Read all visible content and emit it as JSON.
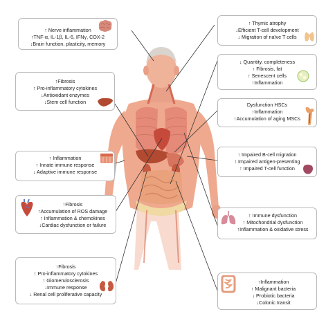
{
  "colors": {
    "skin": "#efa98f",
    "skin_dark": "#d98a72",
    "hair": "#d9d4ce",
    "muscle": "#d56a55",
    "organ_red": "#c64a3c",
    "lung": "#e58a78",
    "intestine": "#e9a27c",
    "liver": "#b24a32",
    "kidney": "#c55a40",
    "bone": "#f0d9a3",
    "leader_line": "#333333",
    "box_border": "#b9b9b9"
  },
  "icons": {
    "brain": "brain-icon",
    "thymus": "thymus-icon",
    "adipose": "adipose-tissue-icon",
    "liver": "liver-icon",
    "bone_marrow": "bone-marrow-icon",
    "skin": "skin-tissue-icon",
    "spleen": "spleen-icon",
    "heart": "heart-icon",
    "lung": "lung-icon",
    "kidney": "kidney-icon",
    "intestine": "intestine-icon"
  },
  "boxes": {
    "brain": {
      "lines": [
        "↑ Nerve inflammation",
        "↑TNF-α, IL-1β, IL-6, IFNγ, COX-2",
        "↓Brain function, plasticity, memory"
      ]
    },
    "thymus": {
      "lines": [
        "↑ Thymic atrophy",
        "↓Efficient T-cell development",
        "↓ Migration of naïve T cells"
      ]
    },
    "adipose": {
      "lines": [
        "↓ Quantity, completeness",
        "↑ Fibrosis, fat",
        "↑ Senescent cells",
        "↑Inflammation"
      ]
    },
    "liver": {
      "lines": [
        "↑Fibrosis",
        "↑ Pro-inflammatory cytokines",
        "↓Antioxidant enzymes",
        "↓Stem cell function"
      ]
    },
    "bone_marrow": {
      "lines": [
        "Dysfunction HSCs",
        "↑Inflammation",
        "↑Accumulation of aging MSCs"
      ]
    },
    "skin": {
      "lines": [
        "↑ Inflammation",
        "↑ Innate immune response",
        "↓ Adaptive immune response"
      ]
    },
    "spleen": {
      "lines": [
        "↑ Impaired B-cell migration",
        "↑ Impaired antigen-presenting",
        "↑ Impaired T-cell function"
      ]
    },
    "heart": {
      "lines": [
        "↑Fibrosis",
        "↑Accumulation of ROS damage",
        "↑ Inflammation & chemokines",
        "↓Cardiac dysfunction or failure"
      ]
    },
    "lung": {
      "lines": [
        "↑ Immune dysfunction",
        "↑ Mitochondrial dysfunction",
        "↑Inflammation & oxidative stress"
      ]
    },
    "kidney": {
      "lines": [
        "↑Fibrosis",
        "↑ Pro-inflammatory cytokines",
        "↑ Glomerulosclerosis",
        "↓Immune response",
        "↓ Renal cell proliferative capacity"
      ]
    },
    "intestine": {
      "lines": [
        "↑Inflammation",
        "↑ Malignant bacteria",
        "↓ Probiotic bacteria",
        "↓Colonic transit"
      ]
    }
  }
}
